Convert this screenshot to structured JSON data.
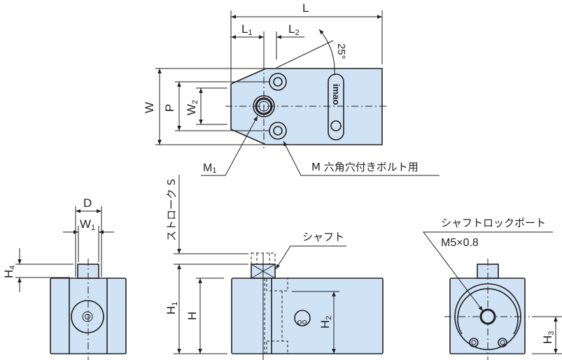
{
  "drawing": {
    "type": "technical-dimension-drawing",
    "body_color": "#cfe3f5",
    "line_color": "#231f20",
    "top_view": {
      "dims": {
        "L": "L",
        "L1": "L",
        "L1_sub": "1",
        "L2": "L",
        "L2_sub": "2",
        "W": "W",
        "P": "P",
        "W2": "W",
        "W2_sub": "2",
        "angle": "25°"
      },
      "callouts": {
        "m1": "M",
        "m1_sub": "1",
        "bolt": "M 六角穴付きボルト用"
      },
      "logo_text": "imao"
    },
    "side_view_left": {
      "dims": {
        "D": "D",
        "W1": "W",
        "W1_sub": "1",
        "H4": "H",
        "H4_sub": "4"
      }
    },
    "front_view": {
      "dims": {
        "stroke": "ストローク S",
        "H1": "H",
        "H1_sub": "1",
        "H": "H",
        "H2": "H",
        "H2_sub": "2"
      },
      "callouts": {
        "shaft": "シャフト"
      }
    },
    "side_view_right": {
      "dims": {
        "H3": "H",
        "H3_sub": "3"
      },
      "callouts": {
        "port_label": "シャフトロックポート",
        "port_spec": "M5×0.8"
      }
    }
  }
}
